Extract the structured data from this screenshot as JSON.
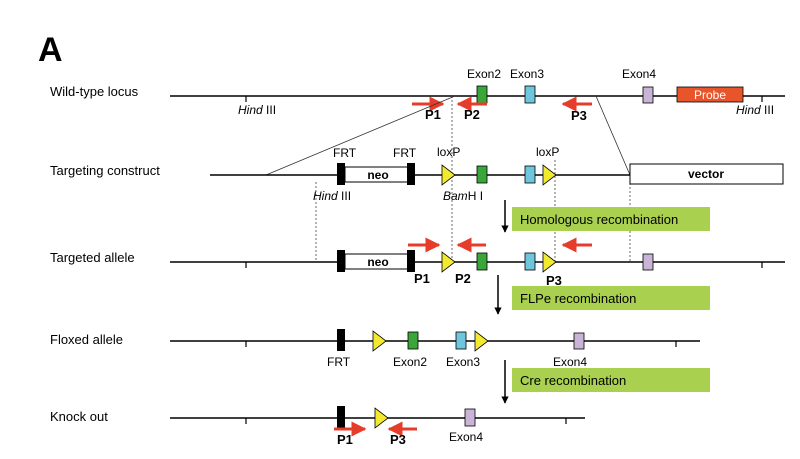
{
  "panel_label": "A",
  "rows": {
    "wild_type": "Wild-type locus",
    "targeting": "Targeting construct",
    "targeted": "Targeted allele",
    "floxed": "Floxed allele",
    "knockout": "Knock out"
  },
  "labels": {
    "exon2": "Exon2",
    "exon3": "Exon3",
    "exon4": "Exon4",
    "probe": "Probe",
    "hind_italic": "Hind",
    "hind_rest": " III",
    "frt": "FRT",
    "loxp": "loxP",
    "neo": "neo",
    "vector": "vector",
    "bam_italic": "Bam",
    "bam_rest": "H I",
    "p1": "P1",
    "p2": "P2",
    "p3": "P3"
  },
  "steps": {
    "homologous": "Homologous recombination",
    "flpe": "FLPe recombination",
    "cre": "Cre recombination"
  },
  "colors": {
    "exon2": "#3aa63a",
    "exon3": "#6ec6dc",
    "exon4": "#c9b3d6",
    "probe": "#e8552a",
    "loxp": "#f2ea2e",
    "primer": "#e63c2a",
    "step_box": "#a9d04e"
  }
}
